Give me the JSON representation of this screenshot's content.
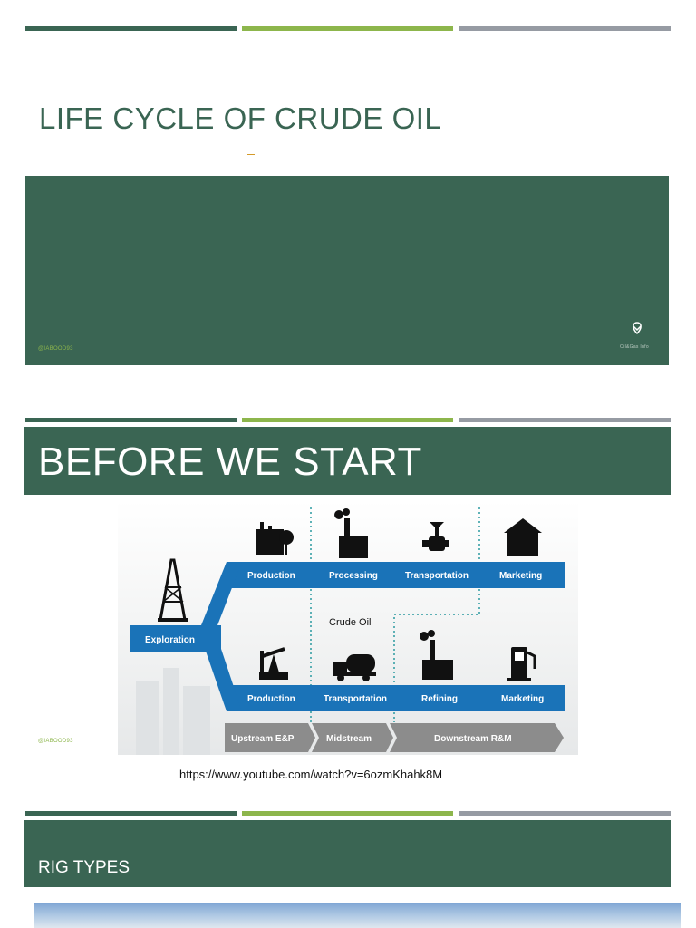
{
  "slide1": {
    "title": "LIFE CYCLE OF CRUDE OIL",
    "handle": "@IABOOD93",
    "logo_text": "Oil&Gas Info"
  },
  "slide2": {
    "title": "BEFORE WE START",
    "handle": "@IABOOD93",
    "diagram": {
      "start_label": "Exploration",
      "center_label": "Crude Oil",
      "top_row": [
        "Production",
        "Processing",
        "Transportation",
        "Marketing"
      ],
      "bottom_row": [
        "Production",
        "Transportation",
        "Refining",
        "Marketing"
      ],
      "segments": [
        "Upstream E&P",
        "Midstream",
        "Downstream R&M"
      ]
    },
    "link": "https://www.youtube.com/watch?v=6ozmKhahk8M"
  },
  "slide3": {
    "title": "RIG TYPES"
  },
  "colors": {
    "primary": "#3a6553",
    "accent": "#8db64c",
    "neutral": "#969ba3",
    "diagram_blue": "#1a73b8"
  }
}
